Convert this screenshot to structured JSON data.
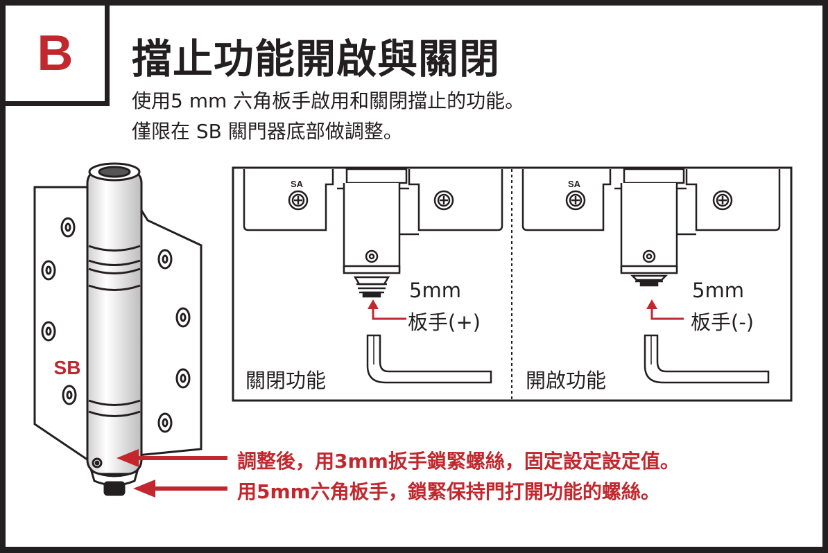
{
  "section": {
    "letter": "B"
  },
  "title": "擋止功能開啟與關閉",
  "subtitle_lines": [
    "使用5 mm 六角板手啟用和關閉擋止的功能。",
    "僅限在 SB 關門器底部做調整。"
  ],
  "hinge": {
    "label": "SB"
  },
  "panels": [
    {
      "mark": "SA",
      "size": "5mm",
      "tool": "板手(+)",
      "function": "關閉功能"
    },
    {
      "mark": "SA",
      "size": "5mm",
      "tool": "板手(-)",
      "function": "開啟功能"
    }
  ],
  "notes": [
    "調整後，用3mm扳手鎖緊螺絲，固定設定設定值。",
    "用5mm六角板手，鎖緊保持門打開功能的螺絲。"
  ],
  "colors": {
    "accent": "#c1272d",
    "ink": "#231f20"
  },
  "icons": [
    "screw-head-icon",
    "arrow-up-icon",
    "arrow-left-icon",
    "hex-wrench-icon"
  ]
}
